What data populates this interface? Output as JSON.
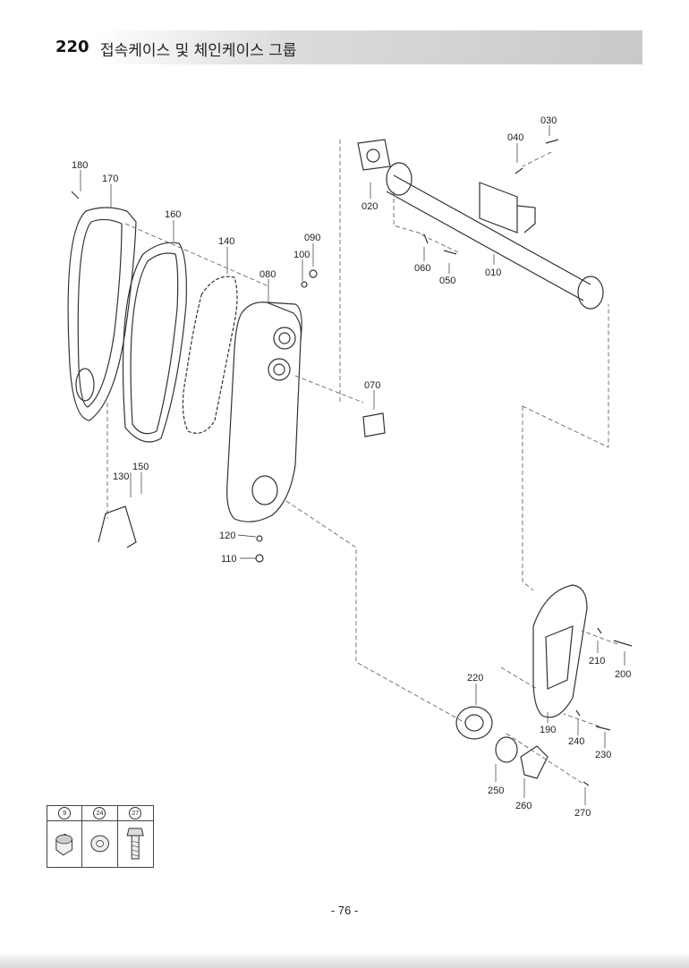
{
  "header": {
    "number": "220",
    "title": "접속케이스 및 체인케이스 그룹"
  },
  "parts": [
    {
      "label": "010"
    },
    {
      "label": "020"
    },
    {
      "label": "030"
    },
    {
      "label": "040"
    },
    {
      "label": "050"
    },
    {
      "label": "060"
    },
    {
      "label": "070"
    },
    {
      "label": "080"
    },
    {
      "label": "090"
    },
    {
      "label": "100"
    },
    {
      "label": "110"
    },
    {
      "label": "120"
    },
    {
      "label": "130"
    },
    {
      "label": "140"
    },
    {
      "label": "150"
    },
    {
      "label": "160"
    },
    {
      "label": "170"
    },
    {
      "label": "180"
    },
    {
      "label": "190"
    },
    {
      "label": "200"
    },
    {
      "label": "210"
    },
    {
      "label": "220"
    },
    {
      "label": "230"
    },
    {
      "label": "240"
    },
    {
      "label": "250"
    },
    {
      "label": "260"
    },
    {
      "label": "270"
    }
  ],
  "legend": [
    {
      "mark": "9",
      "icon": "plug-nut-icon"
    },
    {
      "mark": "24",
      "icon": "washer-icon"
    },
    {
      "mark": "27",
      "icon": "bolt-icon"
    }
  ],
  "page_number": "- 76 -"
}
